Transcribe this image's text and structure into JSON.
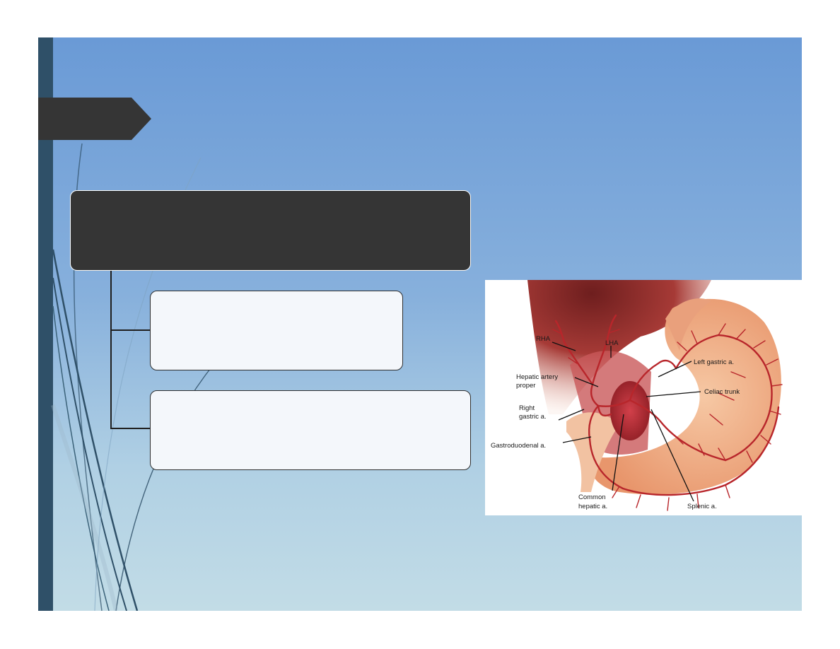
{
  "slide": {
    "title_tab": {
      "text": ""
    },
    "top_box": {
      "text": ""
    },
    "sub_boxes": [
      {
        "text": ""
      },
      {
        "text": ""
      }
    ]
  },
  "figure": {
    "labels": {
      "rha": "RHA",
      "lha": "LHA",
      "hepatic_artery_line1": "Hepatic artery",
      "hepatic_artery_line2": "proper",
      "right_gastric_line1": "Right",
      "right_gastric_line2": "gastric a.",
      "gastroduodenal": "Gastroduodenal a.",
      "left_gastric": "Left gastric a.",
      "celiac_trunk": "Celiac trunk",
      "common_hepatic_line1": "Common",
      "common_hepatic_line2": "hepatic a.",
      "splenic": "Splenic a."
    }
  },
  "colors": {
    "sidebar": "#2f5068",
    "dark_box": "#353535",
    "light_box": "#f4f7fb",
    "artery": "#b8262b",
    "stomach": "#f2b58e",
    "liver": "#8e2a2a"
  }
}
